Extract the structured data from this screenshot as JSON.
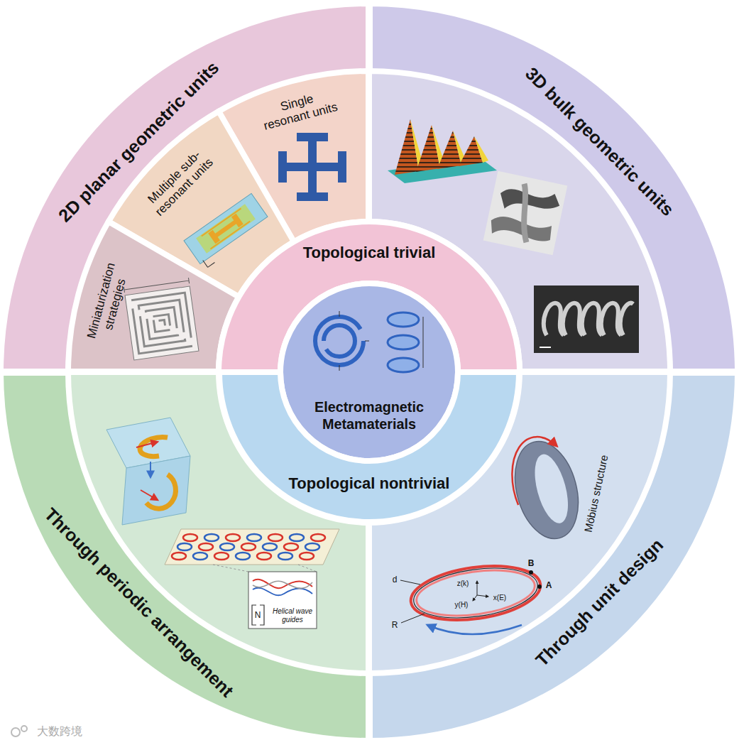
{
  "diagram": {
    "nodes": [
      {
        "text": [
          "2D planar geometric units"
        ]
      },
      {
        "text": [
          "Single resonant units"
        ],
        "in": 0
      },
      {
        "text": [
          "Multiple sub-resonant units"
        ],
        "in": 0
      },
      {
        "text": [
          "Miniaturization strategies"
        ],
        "in": 0
      },
      {
        "text": [
          "3D bulk geometric units"
        ]
      },
      {
        "text": [
          "Topological trivial"
        ]
      },
      {
        "text": [
          "Electromagnetic Metamaterials"
        ]
      },
      {
        "text": [
          "Topological nontrivial"
        ]
      },
      {
        "text": [
          "Through periodic arrangement"
        ]
      },
      {
        "text": [
          "Through unit design"
        ]
      }
    ],
    "labels": [
      "Möbius structure",
      "B",
      "A",
      "d",
      "R",
      "z(k)",
      "y(H)",
      "x(E)",
      "N",
      "Helical wave guides",
      "大数跨境"
    ]
  }
}
